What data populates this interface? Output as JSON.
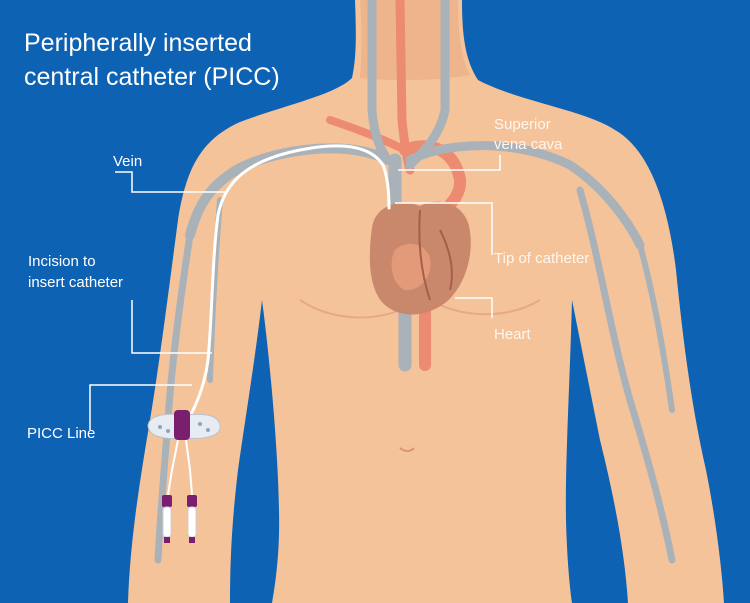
{
  "title": {
    "line1": "Peripherally inserted",
    "line2": "central catheter (PICC)"
  },
  "labels": {
    "vein": "Vein",
    "incision_line1": "Incision to",
    "incision_line2": "insert catheter",
    "picc_line": "PICC Line",
    "svc_line1": "Superior",
    "svc_line2": "vena cava",
    "tip": "Tip of catheter",
    "heart": "Heart"
  },
  "colors": {
    "background": "#0e62b4",
    "skin": "#f5c39a",
    "skin_shadow": "#e5a983",
    "vein": "#a9b2b8",
    "artery": "#ec8a72",
    "catheter": "#ffffff",
    "heart": "#c9876b",
    "hub_purple": "#7a1f6e"
  }
}
